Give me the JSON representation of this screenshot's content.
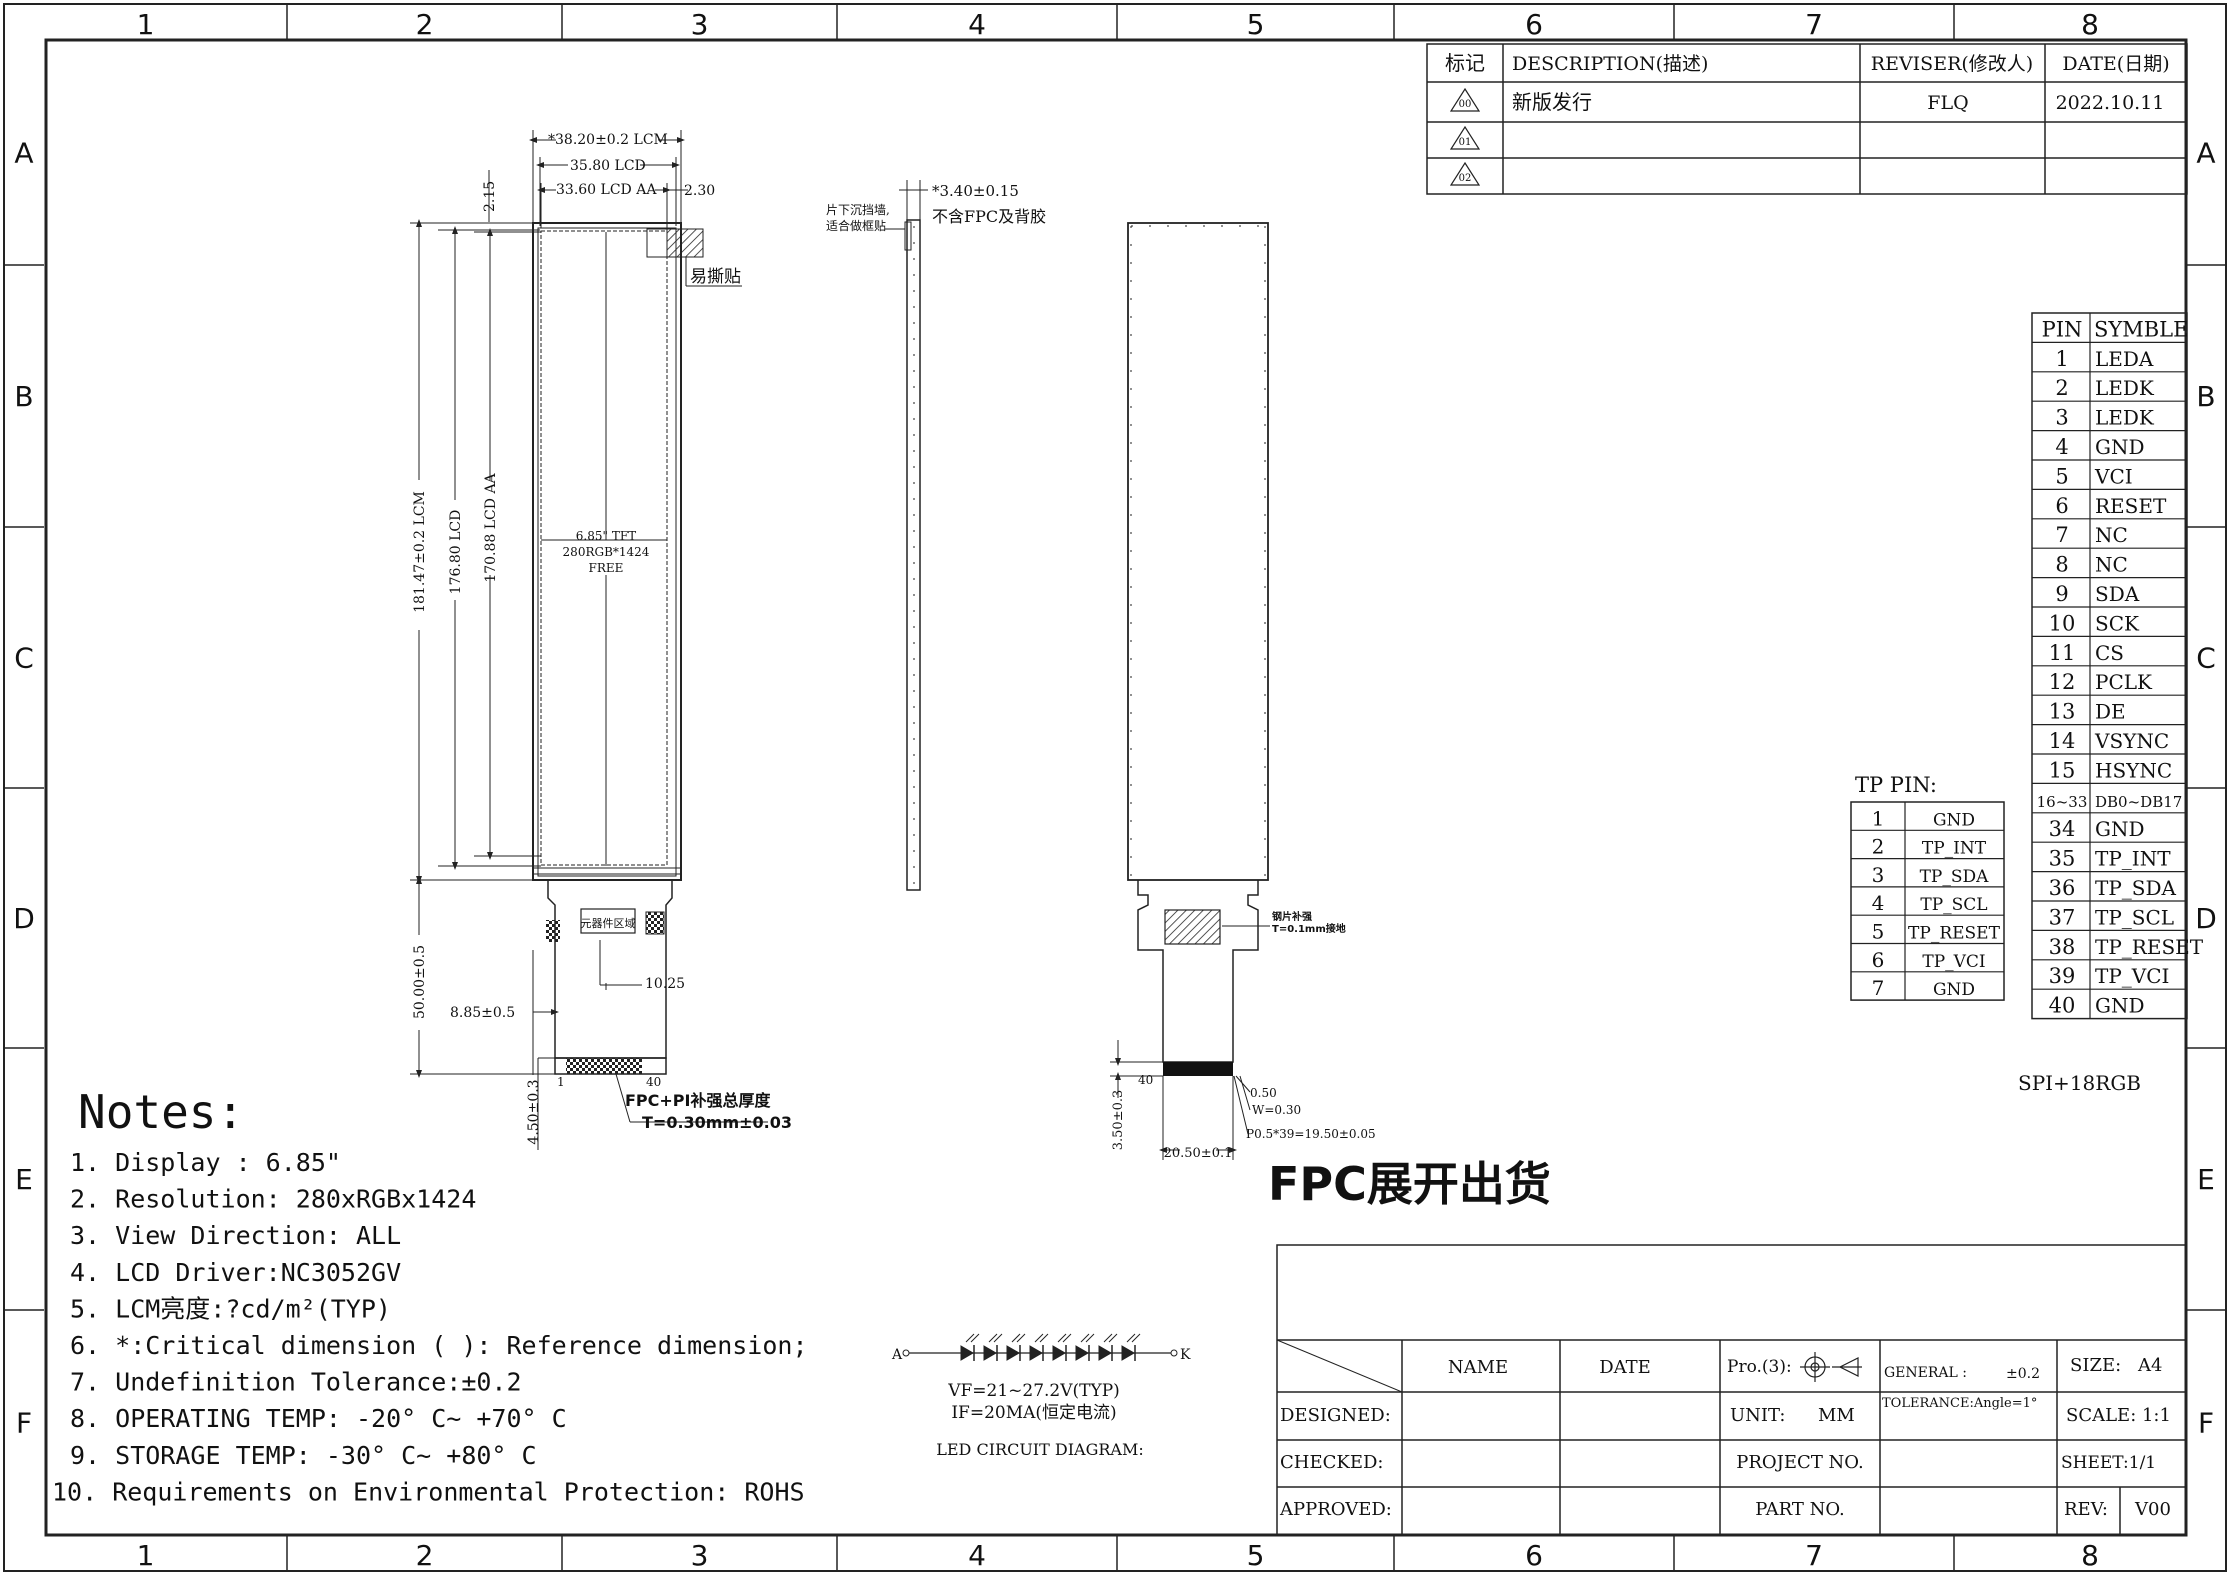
{
  "frame": {
    "columns": [
      "1",
      "2",
      "3",
      "4",
      "5",
      "6",
      "7",
      "8"
    ],
    "rows": [
      "A",
      "B",
      "C",
      "D",
      "E",
      "F"
    ]
  },
  "revision": {
    "headers": [
      "标记",
      "DESCRIPTION(描述)",
      "REVISER(修改人)",
      "DATE(日期)"
    ],
    "rows": [
      {
        "mark": "00",
        "description": "新版发行",
        "reviser": "FLQ",
        "date": "2022.10.11"
      },
      {
        "mark": "01",
        "description": "",
        "reviser": "",
        "date": ""
      },
      {
        "mark": "02",
        "description": "",
        "reviser": "",
        "date": ""
      }
    ]
  },
  "front_view": {
    "dims": {
      "lcm_w": "*38.20±0.2 LCM",
      "lcd_w": "35.80 LCD",
      "aa_w": "33.60 LCD AA",
      "right_gap": "2.30",
      "top_gap": "2.15",
      "lcm_h": "181.47±0.2 LCM",
      "lcd_h": "176.80 LCD",
      "aa_h": "170.88 LCD AA",
      "fpc_len": "50.00±0.5",
      "fpc_offset": "8.85±0.5",
      "fpc_center": "10.25",
      "tail_h": "4.50±0.3",
      "pin_first": "1",
      "pin_last": "40"
    },
    "center_text": [
      "6.85\" TFT",
      "280RGB*1424",
      "FREE"
    ],
    "easy_tear": "易撕贴",
    "component_area": "元器件区域",
    "fpc_note": [
      "FPC+PI补强总厚度",
      "T=0.30mm±0.03"
    ]
  },
  "side_view": {
    "thickness": "*3.40±0.15",
    "thickness_note": "不含FPC及背胶",
    "fixture_note": [
      "片下沉挡墙,",
      "适合做框贴"
    ]
  },
  "back_view": {
    "steel_note": [
      "钢片补强",
      "T=0.1mm接地"
    ],
    "tail_h": "3.50±0.3",
    "pin_last": "40",
    "pitch_dims": [
      "0.50",
      "W=0.30",
      "P0.5*39=19.50±0.05"
    ],
    "tail_w": "20.50±0.1"
  },
  "fpc_ship": "FPC展开出货",
  "interface": "SPI+18RGB",
  "tp_pin": {
    "title": "TP PIN:",
    "rows": [
      [
        "1",
        "GND"
      ],
      [
        "2",
        "TP_INT"
      ],
      [
        "3",
        "TP_SDA"
      ],
      [
        "4",
        "TP_SCL"
      ],
      [
        "5",
        "TP_RESET"
      ],
      [
        "6",
        "TP_VCI"
      ],
      [
        "7",
        "GND"
      ]
    ]
  },
  "pin_table": {
    "headers": [
      "PIN",
      "SYMBLE"
    ],
    "rows": [
      [
        "1",
        "LEDA"
      ],
      [
        "2",
        "LEDK"
      ],
      [
        "3",
        "LEDK"
      ],
      [
        "4",
        "GND"
      ],
      [
        "5",
        "VCI"
      ],
      [
        "6",
        "RESET"
      ],
      [
        "7",
        "NC"
      ],
      [
        "8",
        "NC"
      ],
      [
        "9",
        "SDA"
      ],
      [
        "10",
        "SCK"
      ],
      [
        "11",
        "CS"
      ],
      [
        "12",
        "PCLK"
      ],
      [
        "13",
        "DE"
      ],
      [
        "14",
        "VSYNC"
      ],
      [
        "15",
        "HSYNC"
      ],
      [
        "16~33",
        "DB0~DB17"
      ],
      [
        "34",
        "GND"
      ],
      [
        "35",
        "TP_INT"
      ],
      [
        "36",
        "TP_SDA"
      ],
      [
        "37",
        "TP_SCL"
      ],
      [
        "38",
        "TP_RESET"
      ],
      [
        "39",
        "TP_VCI"
      ],
      [
        "40",
        "GND"
      ]
    ]
  },
  "notes": {
    "title": "Notes:",
    "items": [
      "1. Display : 6.85\"",
      "2. Resolution: 280xRGBx1424",
      "3. View Direction: ALL",
      "4. LCD Driver:NC3052GV",
      "5. LCM亮度:?cd/m²(TYP)",
      "6. *:Critical dimension  ( ): Reference dimension;",
      "7. Undefinition Tolerance:±0.2",
      "8. OPERATING TEMP: -20° C~ +70° C",
      "9. STORAGE TEMP: -30° C~ +80° C",
      "10. Requirements on Environmental Protection: ROHS"
    ]
  },
  "led_circuit": {
    "anode": "A",
    "cathode": "K",
    "vf": "VF=21~27.2V(TYP)",
    "if": "IF=20MA(恒定电流)",
    "title": "LED CIRCUIT DIAGRAM:"
  },
  "title_block": {
    "name": "NAME",
    "date": "DATE",
    "pro": "Pro.(3):",
    "general": "GENERAL :",
    "tol_lin": "±0.2",
    "tol_ang": "TOLERANCE:Angle=1°",
    "size_label": "SIZE:",
    "size_value": "A4",
    "designed": "DESIGNED:",
    "checked": "CHECKED:",
    "approved": "APPROVED:",
    "unit_label": "UNIT:",
    "unit_value": "MM",
    "project_no": "PROJECT NO.",
    "part_no": "PART NO.",
    "scale": "SCALE: 1:1",
    "sheet": "SHEET:1/1",
    "rev_label": "REV:",
    "rev_value": "V00"
  }
}
